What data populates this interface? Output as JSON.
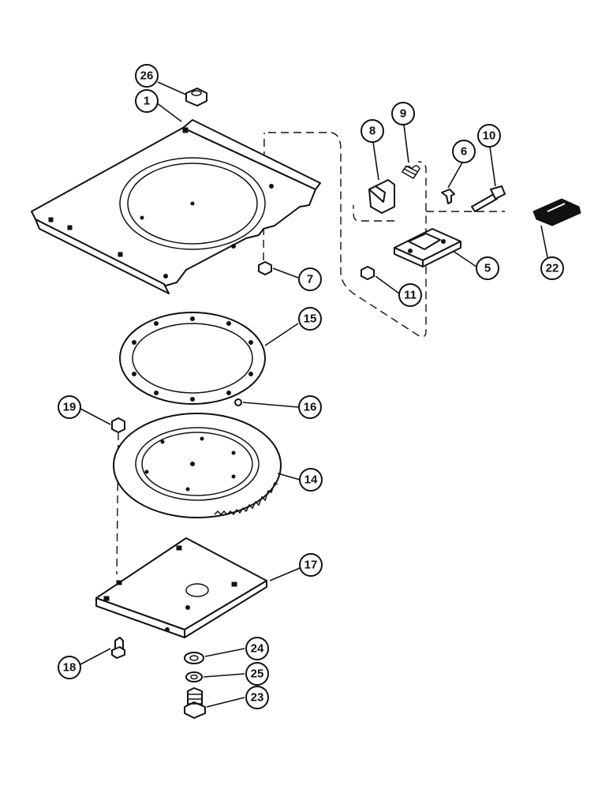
{
  "callouts": [
    {
      "id": "c26",
      "label": "26"
    },
    {
      "id": "c1",
      "label": "1"
    },
    {
      "id": "c8",
      "label": "8"
    },
    {
      "id": "c9",
      "label": "9"
    },
    {
      "id": "c10",
      "label": "10"
    },
    {
      "id": "c6",
      "label": "6"
    },
    {
      "id": "c5",
      "label": "5"
    },
    {
      "id": "c22",
      "label": "22"
    },
    {
      "id": "c7",
      "label": "7"
    },
    {
      "id": "c11",
      "label": "11"
    },
    {
      "id": "c15",
      "label": "15"
    },
    {
      "id": "c16",
      "label": "16"
    },
    {
      "id": "c19",
      "label": "19"
    },
    {
      "id": "c14",
      "label": "14"
    },
    {
      "id": "c17",
      "label": "17"
    },
    {
      "id": "c18",
      "label": "18"
    },
    {
      "id": "c24",
      "label": "24"
    },
    {
      "id": "c25",
      "label": "25"
    },
    {
      "id": "c23",
      "label": "23"
    }
  ]
}
